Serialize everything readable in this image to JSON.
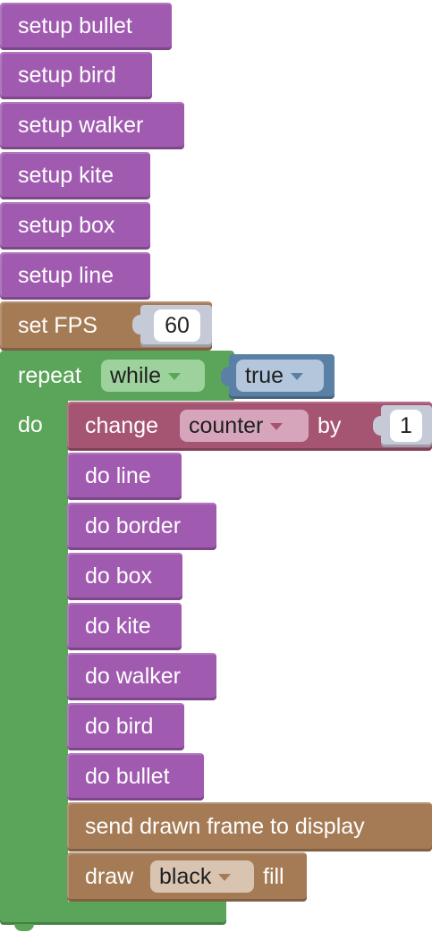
{
  "setup_blocks": [
    {
      "label": "setup bullet",
      "width": 192
    },
    {
      "label": "setup bird",
      "width": 170
    },
    {
      "label": "setup walker",
      "width": 206
    },
    {
      "label": "setup kite",
      "width": 168
    },
    {
      "label": "setup box",
      "width": 168
    },
    {
      "label": "setup line",
      "width": 168
    }
  ],
  "set_fps": {
    "label": "set FPS",
    "value": "60"
  },
  "repeat": {
    "label": "repeat",
    "mode": "while",
    "condition": "true",
    "do_label": "do"
  },
  "change": {
    "label": "change",
    "variable": "counter",
    "by_label": "by",
    "amount": "1"
  },
  "do_blocks": [
    {
      "label": "do line"
    },
    {
      "label": "do border"
    },
    {
      "label": "do box"
    },
    {
      "label": "do kite"
    },
    {
      "label": "do walker"
    },
    {
      "label": "do bird"
    },
    {
      "label": "do bullet"
    }
  ],
  "send_frame": {
    "label": "send drawn frame to display"
  },
  "draw": {
    "label": "draw",
    "color": "black",
    "suffix": "fill"
  },
  "colors": {
    "looks_purple": "#a05bb0",
    "control_green": "#5ba55b",
    "logic_blue": "#5b80a5",
    "variable_plum": "#a55471",
    "brown": "#a57b55"
  }
}
